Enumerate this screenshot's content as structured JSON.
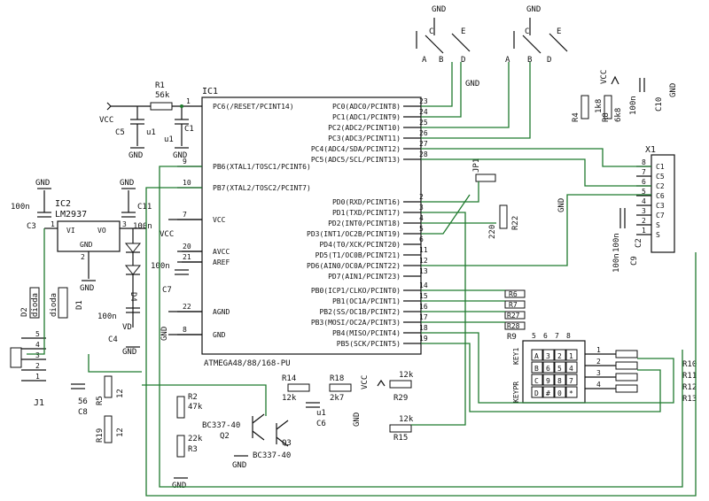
{
  "ic1": {
    "ref": "IC1",
    "part": "ATMEGA48/88/168-PU",
    "left_pins": [
      {
        "num": "9",
        "label": "PB6(XTAL1/TOSC1/PCINT6)"
      },
      {
        "num": "10",
        "label": "PB7(XTAL2/TOSC2/PCINT7)"
      },
      {
        "num": "7",
        "label": "VCC"
      },
      {
        "num": "20",
        "label": "AVCC"
      },
      {
        "num": "21",
        "label": "AREF"
      },
      {
        "num": "22",
        "label": "AGND"
      },
      {
        "num": "8",
        "label": "GND"
      }
    ],
    "top_label": "PC6(/RESET/PCINT14)",
    "right_pins": [
      {
        "num": "23",
        "label": "PC0(ADC0/PCINT8)"
      },
      {
        "num": "24",
        "label": "PC1(ADC1/PCINT9)"
      },
      {
        "num": "25",
        "label": "PC2(ADC2/PCINT10)"
      },
      {
        "num": "26",
        "label": "PC3(ADC3/PCINT11)"
      },
      {
        "num": "27",
        "label": "PC4(ADC4/SDA/PCINT12)"
      },
      {
        "num": "28",
        "label": "PC5(ADC5/SCL/PCINT13)"
      },
      {
        "num": "2",
        "label": "PD0(RXD/PCINT16)"
      },
      {
        "num": "3",
        "label": "PD1(TXD/PCINT17)"
      },
      {
        "num": "4",
        "label": "PD2(INT0/PCINT18)"
      },
      {
        "num": "5",
        "label": "PD3(INT1/OC2B/PCINT19)"
      },
      {
        "num": "6",
        "label": "PD4(T0/XCK/PCINT20)"
      },
      {
        "num": "11",
        "label": "PD5(T1/OC0B/PCINT21)"
      },
      {
        "num": "12",
        "label": "PD6(AIN0/OC0A/PCINT22)"
      },
      {
        "num": "13",
        "label": "PD7(AIN1/PCINT23)"
      },
      {
        "num": "14",
        "label": "PB0(ICP1/CLKO/PCINT0)"
      },
      {
        "num": "15",
        "label": "PB1(OC1A/PCINT1)"
      },
      {
        "num": "16",
        "label": "PB2(SS/OC1B/PCINT2)"
      },
      {
        "num": "17",
        "label": "PB3(MOSI/OC2A/PCINT3)"
      },
      {
        "num": "18",
        "label": "PB4(MISO/PCINT4)"
      },
      {
        "num": "19",
        "label": "PB5(SCK/PCINT5)"
      }
    ]
  },
  "labels": {
    "r1": "R1",
    "r1v": "56k",
    "c1": "C1",
    "c1v": "u1",
    "c5": "C5",
    "c5v": "u1",
    "vcc": "VCC",
    "gnd": "GND",
    "ic2": "IC2",
    "ic2part": "LM2937",
    "vi": "VI",
    "vo": "VO",
    "ic2gnd": "GND",
    "ic2pin1": "1",
    "ic2pin2": "2",
    "ic2pin3": "3",
    "c3": "C3",
    "c3v": "100n",
    "c11": "C11",
    "c11v": "100n",
    "c4": "C4",
    "c4v": "100n",
    "c7": "C7",
    "c7v": "100n",
    "vd": "VD",
    "d2": "D2",
    "d1": "D1",
    "d4": "D4",
    "diode": "dioda",
    "j1": "J1",
    "j1pins": [
      "5",
      "4",
      "3",
      "2",
      "1"
    ],
    "c8": "C8",
    "c8v": "56",
    "r5": "R5",
    "r5v": "12",
    "r19": "R19",
    "r19v": "12",
    "r2": "R2",
    "r2v": "47k",
    "r3": "R3",
    "r3v": "22k",
    "q2": "Q2",
    "q2part": "BC337-40",
    "q3": "Q3",
    "q3part": "BC337-40",
    "r14": "R14",
    "r14v": "12k",
    "r18": "R18",
    "r18v": "2k7",
    "c6": "C6",
    "c6v": "u1",
    "r29": "R29",
    "r29v": "12k",
    "r15": "R15",
    "r15v": "12k",
    "jp1": "JP1",
    "r22": "R22",
    "r22v": "220",
    "switch_letters": [
      "C",
      "E",
      "A",
      "B",
      "D"
    ],
    "r4": "R4",
    "r4v": "1k8",
    "r8": "R8",
    "r8v": "6k8",
    "c10": "C10",
    "c10v": "100n",
    "c2": "C2",
    "c2v": "100n",
    "c9": "C9",
    "c9v": "100n",
    "x1": "X1",
    "x1pins": [
      "C1",
      "C5",
      "C2",
      "C6",
      "C3",
      "C7",
      "S",
      "S"
    ],
    "x1nums": [
      "8",
      "7",
      "6",
      "5",
      "4",
      "3",
      "2",
      "1"
    ],
    "keypad": "KEY1",
    "keypad_name": "KEYPR",
    "keypad_cells": [
      "A",
      "3",
      "2",
      "1",
      "B",
      "6",
      "5",
      "4",
      "C",
      "9",
      "8",
      "7",
      "D",
      "#",
      "0",
      "*"
    ],
    "keypad_pins": [
      "5",
      "6",
      "7",
      "8"
    ],
    "keypad_rpins": [
      "1",
      "2",
      "3",
      "4"
    ],
    "r6": "R6",
    "r7": "R7",
    "r27": "R27",
    "r28": "R28",
    "r9": "R9",
    "r10": "R10",
    "r11": "R11",
    "r12": "R12",
    "r13": "R13"
  }
}
